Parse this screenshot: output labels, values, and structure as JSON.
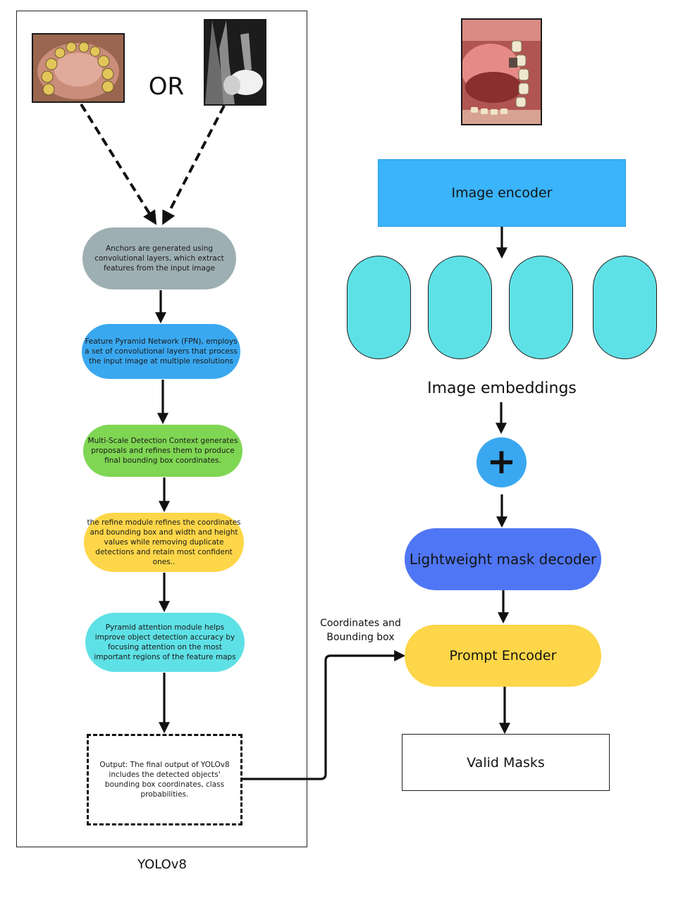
{
  "left_panel": {
    "caption": "YOLOv8",
    "or_text": "OR",
    "inputs": [
      {
        "icon": "intraoral-photo-icon"
      },
      {
        "icon": "dental-xray-icon"
      }
    ],
    "steps": [
      {
        "text": "Anchors are generated using convolutional layers, which extract features from the input image",
        "color": "#9eafb3"
      },
      {
        "text": "Feature Pyramid Network (FPN), employs a set of convolutional layers that process the input image at multiple resolutions",
        "color": "#3aa8f0"
      },
      {
        "text": "Multi-Scale Detection Context  generates proposals and refines them to produce final bounding box coordinates.",
        "color": "#7fd653"
      },
      {
        "text": "the refine module refines the coordinates and bounding box and width and height values while removing duplicate detections and retain most confident ones..",
        "color": "#fdd649"
      },
      {
        "text": "Pyramid attention module helps improve object detection accuracy by focusing attention on the most important regions of the feature maps",
        "color": "#5ee1e6"
      }
    ],
    "output": {
      "text": "Output: The final output of YOLOv8 includes the detected objects' bounding box coordinates, class probabilities."
    }
  },
  "right_panel": {
    "input_image": {
      "icon": "open-mouth-photo-icon"
    },
    "image_encoder": {
      "label": "Image encoder",
      "color": "#3ab4fb"
    },
    "embeddings": {
      "label": "Image embeddings",
      "count": 4,
      "color": "#5ee1e6"
    },
    "plus": {
      "symbol": "+",
      "color": "#3aa8f0"
    },
    "mask_decoder": {
      "label": "Lightweight mask decoder",
      "color": "#4f76f5"
    },
    "prompt_encoder": {
      "label": "Prompt Encoder",
      "color": "#fdd649"
    },
    "valid_masks": {
      "label": "Valid Masks"
    },
    "connector_label": "Coordinates and Bounding box"
  }
}
